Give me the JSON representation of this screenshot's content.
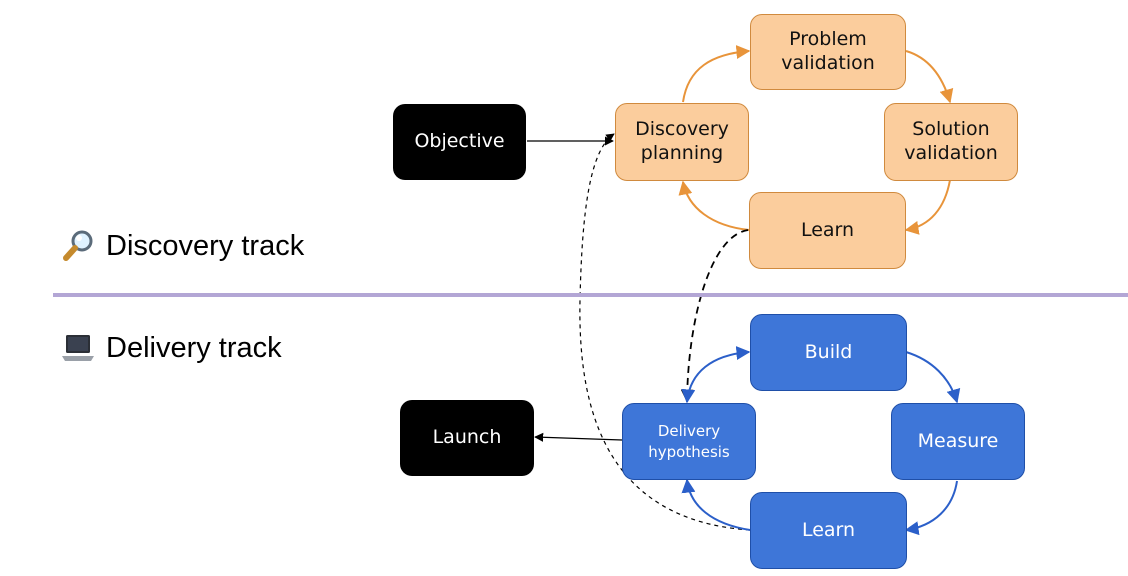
{
  "tracks": {
    "discovery": {
      "label": "Discovery track",
      "icon": "magnifier-icon"
    },
    "delivery": {
      "label": "Delivery track",
      "icon": "laptop-icon"
    }
  },
  "nodes": {
    "objective": "Objective",
    "launch": "Launch",
    "discovery_planning": "Discovery\nplanning",
    "problem_validation": "Problem\nvalidation",
    "solution_validation": "Solution\nvalidation",
    "discovery_learn": "Learn",
    "delivery_hypothesis": "Delivery\nhypothesis",
    "build": "Build",
    "measure": "Measure",
    "delivery_learn": "Learn"
  },
  "colors": {
    "discovery_fill": "#fbcd9d",
    "discovery_arrow": "#e8943a",
    "delivery_fill": "#3e76d8",
    "delivery_arrow": "#2b5fc9",
    "terminal_fill": "#000000",
    "divider": "#b3a6d5"
  }
}
